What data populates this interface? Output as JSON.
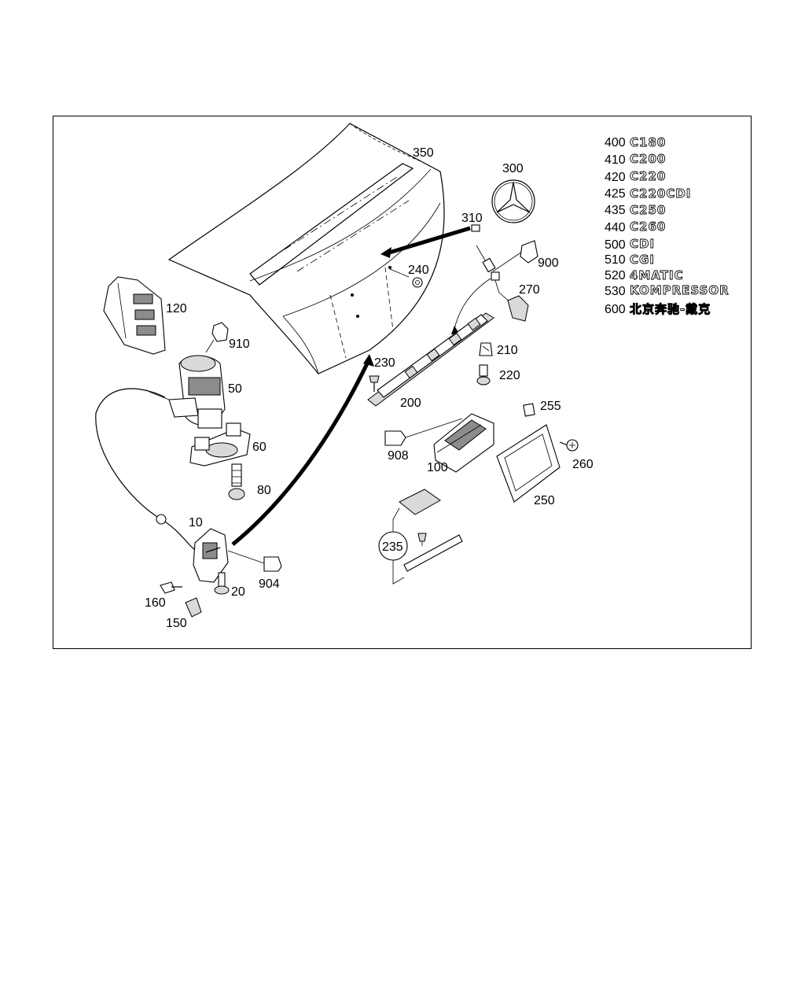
{
  "part_labels": [
    {
      "id": "350",
      "text": "350"
    },
    {
      "id": "300",
      "text": "300"
    },
    {
      "id": "310",
      "text": "310"
    },
    {
      "id": "900",
      "text": "900"
    },
    {
      "id": "240",
      "text": "240"
    },
    {
      "id": "270",
      "text": "270"
    },
    {
      "id": "120",
      "text": "120"
    },
    {
      "id": "910",
      "text": "910"
    },
    {
      "id": "50",
      "text": "50"
    },
    {
      "id": "210",
      "text": "210"
    },
    {
      "id": "230",
      "text": "230"
    },
    {
      "id": "220",
      "text": "220"
    },
    {
      "id": "200",
      "text": "200"
    },
    {
      "id": "255",
      "text": "255"
    },
    {
      "id": "60",
      "text": "60"
    },
    {
      "id": "908",
      "text": "908"
    },
    {
      "id": "260",
      "text": "260"
    },
    {
      "id": "100",
      "text": "100"
    },
    {
      "id": "80",
      "text": "80"
    },
    {
      "id": "250",
      "text": "250"
    },
    {
      "id": "10",
      "text": "10"
    },
    {
      "id": "235",
      "text": "235"
    },
    {
      "id": "904",
      "text": "904"
    },
    {
      "id": "20",
      "text": "20"
    },
    {
      "id": "160",
      "text": "160"
    },
    {
      "id": "150",
      "text": "150"
    }
  ],
  "badges": [
    {
      "code": "400",
      "badge": "C180"
    },
    {
      "code": "410",
      "badge": "C200"
    },
    {
      "code": "420",
      "badge": "C220"
    },
    {
      "code": "425",
      "badge": "C220CDI"
    },
    {
      "code": "435",
      "badge": "C250"
    },
    {
      "code": "440",
      "badge": "C260"
    },
    {
      "code": "500",
      "badge": "CDI"
    },
    {
      "code": "510",
      "badge": "CGI"
    },
    {
      "code": "520",
      "badge": "4MATIC"
    },
    {
      "code": "530",
      "badge": "KOMPRESSOR"
    },
    {
      "code": "600",
      "badge": "北京奔驰-戴克"
    }
  ]
}
